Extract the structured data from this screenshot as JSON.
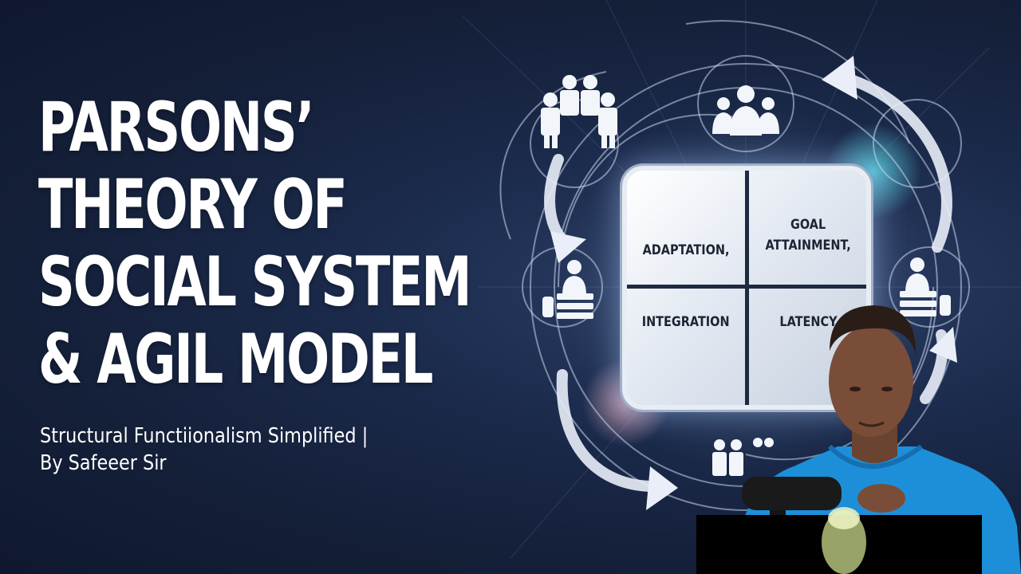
{
  "title_lines": [
    "PARSONS’",
    "THEORY OF",
    "SOCIAL SYSTEM",
    "& AGIL MODEL"
  ],
  "subtitle_lines": [
    "Structural Functiionalism Simplified  |",
    "By Safeeer Sir"
  ],
  "agil": {
    "adaptation": "ADAPTATION,",
    "goal_attainment": "GOAL\nATTAINMENT,",
    "integration": "INTEGRATION",
    "latency": "LATENCY"
  },
  "icons": [
    "group-of-people-icon",
    "person-at-desk-icon",
    "circular-arrow-icon",
    "presenter-figure"
  ],
  "colors": {
    "background": "#141f38",
    "accent_glow": "#6fd8e8",
    "shirt": "#1d8fd8"
  }
}
